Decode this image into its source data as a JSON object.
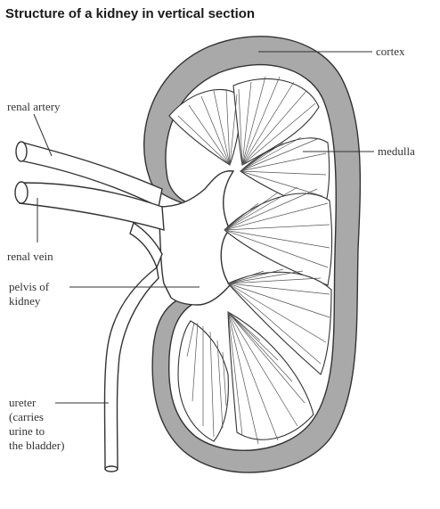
{
  "title": "Structure of a kidney in vertical section",
  "labels": {
    "cortex": "cortex",
    "medulla": "medulla",
    "renal_artery": "renal artery",
    "renal_vein": "renal vein",
    "pelvis_line1": "pelvis of",
    "pelvis_line2": "kidney",
    "ureter_line1": "ureter",
    "ureter_line2": "(carries",
    "ureter_line3": "urine to",
    "ureter_line4": "the bladder)"
  },
  "colors": {
    "cortex": "#a9a9a9",
    "line": "#333333",
    "background": "#ffffff"
  }
}
